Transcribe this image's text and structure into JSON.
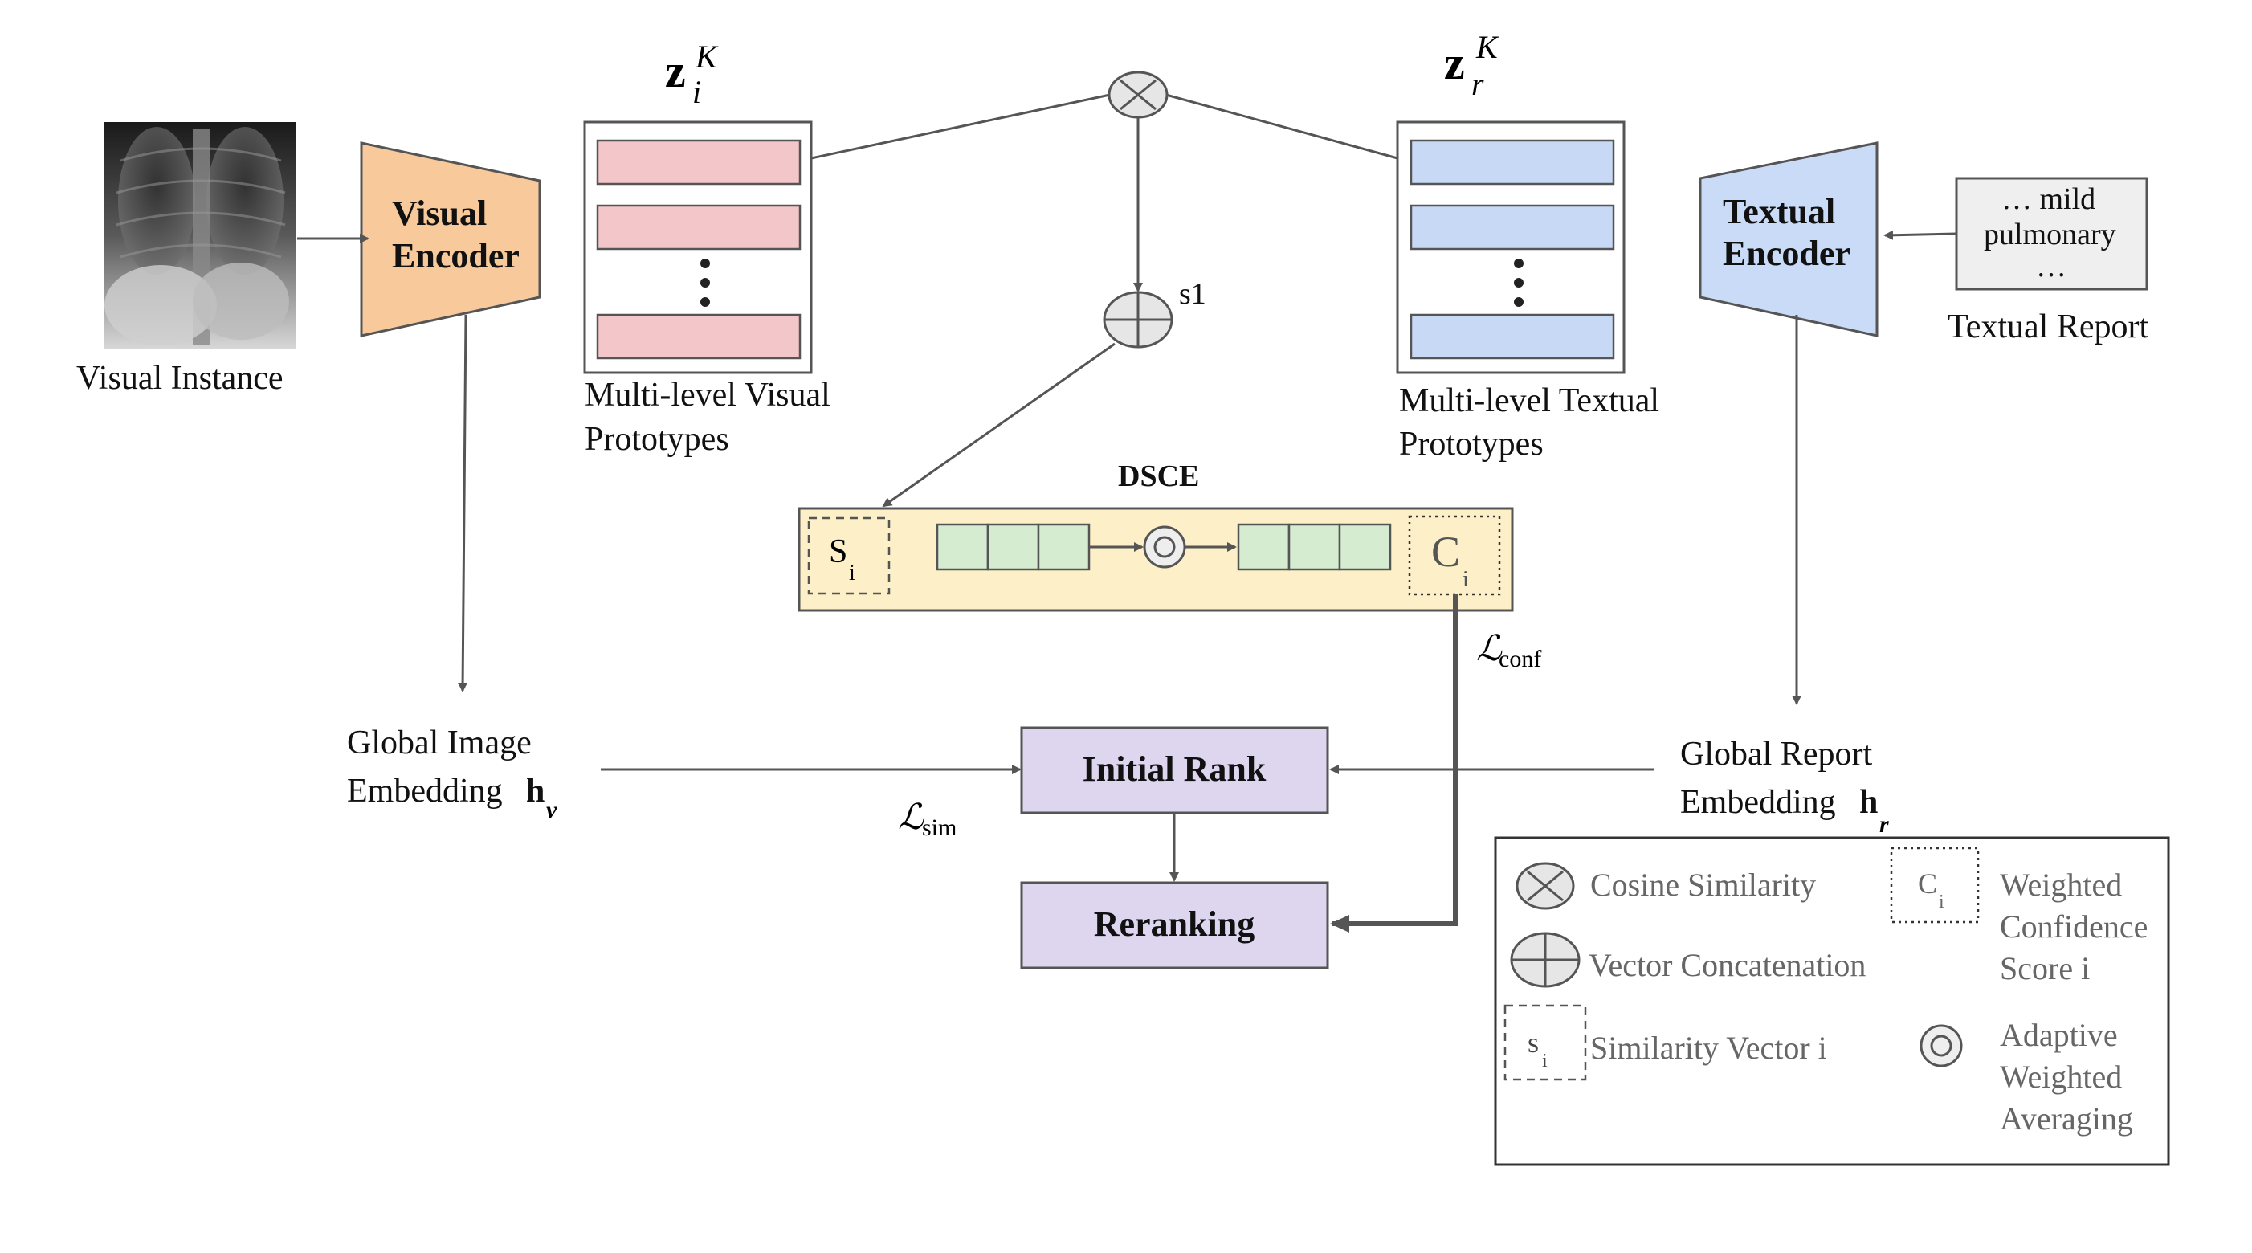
{
  "visual_instance_label": "Visual Instance",
  "visual_encoder": {
    "line1": "Visual",
    "line2": "Encoder"
  },
  "textual_encoder": {
    "line1": "Textual",
    "line2": "Encoder"
  },
  "textual_report": {
    "label": "Textual Report",
    "text1": "… mild",
    "text2": "pulmonary",
    "text3": "…"
  },
  "visual_prototypes": {
    "symbol": "z",
    "sub": "i",
    "sup": "K",
    "line1": "Multi-level Visual",
    "line2": "Prototypes",
    "bars": 3
  },
  "textual_prototypes": {
    "symbol": "z",
    "sub": "r",
    "sup": "K",
    "line1": "Multi-level Textual",
    "line2": "Prototypes",
    "bars": 3
  },
  "concat_output_label": "s1",
  "dsce": {
    "title": "DSCE",
    "s_symbol": "S",
    "s_sub": "i",
    "c_symbol": "C",
    "c_sub": "i"
  },
  "loss_conf": {
    "symbol": "ℒ",
    "sub": "conf"
  },
  "loss_sim": {
    "symbol": "ℒ",
    "sub": "sim"
  },
  "global_image": {
    "line1": "Global Image",
    "line2": "Embedding",
    "var": "h",
    "sub": "v"
  },
  "global_report": {
    "line1": "Global Report",
    "line2": "Embedding",
    "var": "h",
    "sub": "r"
  },
  "initial_rank": "Initial Rank",
  "reranking": "Reranking",
  "legend": {
    "cosine": "Cosine Similarity",
    "concat": "Vector Concatenation",
    "simvec": "Similarity Vector i",
    "simvec_symbol": "s",
    "simvec_sub": "i",
    "conf_symbol": "C",
    "conf_sub": "i",
    "conf_line1": "Weighted",
    "conf_line2": "Confidence",
    "conf_line3": "Score i",
    "awa_line1": "Adaptive",
    "awa_line2": "Weighted",
    "awa_line3": "Averaging"
  },
  "colors": {
    "visual_encoder": "#f8c99b",
    "textual_encoder": "#c9dbf6",
    "visual_bar": "#f3c6ca",
    "textual_bar": "#c8d9f6",
    "dsce_bg": "#fdf0c8",
    "dsce_cell": "#d5ecd0",
    "rank_box": "#ded5ee"
  }
}
